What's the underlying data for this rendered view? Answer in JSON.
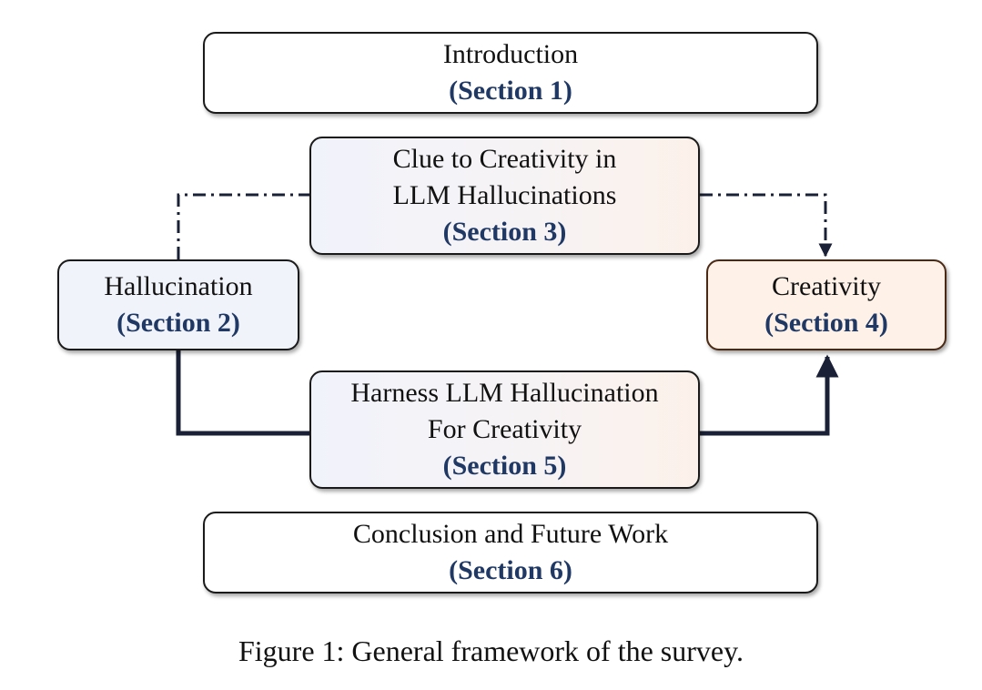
{
  "nodes": {
    "introduction": {
      "title": "Introduction",
      "section": "(Section 1)"
    },
    "clue": {
      "title_line1": "Clue to Creativity in",
      "title_line2": "LLM Hallucinations",
      "section": "(Section 3)"
    },
    "hallucination": {
      "title": "Hallucination",
      "section": "(Section 2)"
    },
    "creativity": {
      "title": "Creativity",
      "section": "(Section 4)"
    },
    "harness": {
      "title_line1": "Harness LLM Hallucination",
      "title_line2": "For Creativity",
      "section": "(Section 5)"
    },
    "conclusion": {
      "title": "Conclusion and Future Work",
      "section": "(Section 6)"
    }
  },
  "edges": [
    {
      "from": "hallucination",
      "via": "clue",
      "to": "creativity",
      "style": "dash-dot",
      "arrow": "end"
    },
    {
      "from": "hallucination",
      "via": "harness",
      "to": "creativity",
      "style": "solid",
      "arrow": "end"
    }
  ],
  "colors": {
    "section_text": "#1f3864",
    "line": "#1a2035"
  },
  "caption": "Figure 1: General framework of the survey."
}
